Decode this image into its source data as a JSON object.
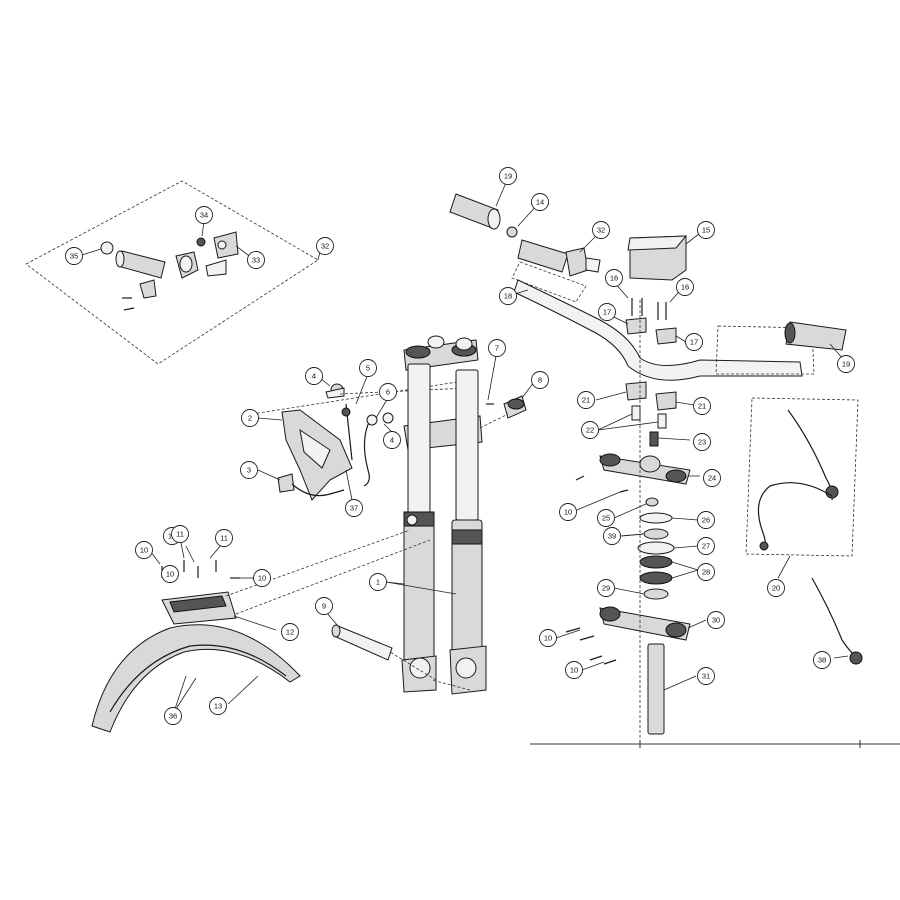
{
  "diagram": {
    "callouts": [
      "1",
      "2",
      "3",
      "4",
      "4",
      "5",
      "6",
      "7",
      "8",
      "9",
      "10",
      "10",
      "10",
      "10",
      "10",
      "10",
      "10",
      "11",
      "11",
      "12",
      "13",
      "14",
      "15",
      "16",
      "16",
      "17",
      "17",
      "18",
      "19",
      "19",
      "20",
      "21",
      "21",
      "22",
      "23",
      "24",
      "25",
      "26",
      "27",
      "28",
      "29",
      "30",
      "31",
      "32",
      "32",
      "33",
      "34",
      "35",
      "36",
      "37",
      "38",
      "39"
    ]
  }
}
